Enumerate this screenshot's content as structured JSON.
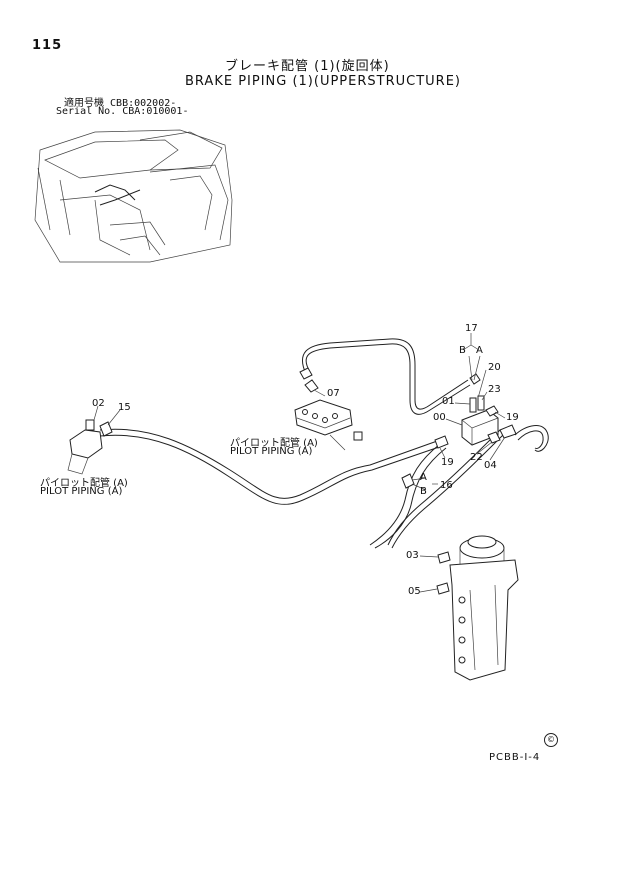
{
  "header": {
    "page_number": "115",
    "title_jp": "ブレーキ配管 (1)(旋回体)",
    "title_en": "BRAKE PIPING (1)(UPPERSTRUCTURE)"
  },
  "serials": [
    {
      "label": "適用号機",
      "value": "CBB:002002-"
    },
    {
      "label": "Serial No.",
      "value": "CBA:010001-"
    }
  ],
  "callouts": {
    "c17": "17",
    "cB_top": "B",
    "cA_top": "A",
    "c20": "20",
    "c23": "23",
    "c01": "01",
    "c00": "00",
    "c19_right": "19",
    "c22": "22",
    "c04": "04",
    "c19_low": "19",
    "cA_mid": "A",
    "cB_mid": "B",
    "c16": "16",
    "c07": "07",
    "c02": "02",
    "c15": "15",
    "c03": "03",
    "c05": "05"
  },
  "notes": {
    "pilot_center_jp": "パイロット配管 (A)",
    "pilot_center_en": "PILOT PIPING (A)",
    "pilot_left_jp": "パイロット配管 (A)",
    "pilot_left_en": "PILOT PIPING (A)"
  },
  "footer": {
    "mark": "©",
    "page_code": "PCBB-I-4"
  }
}
